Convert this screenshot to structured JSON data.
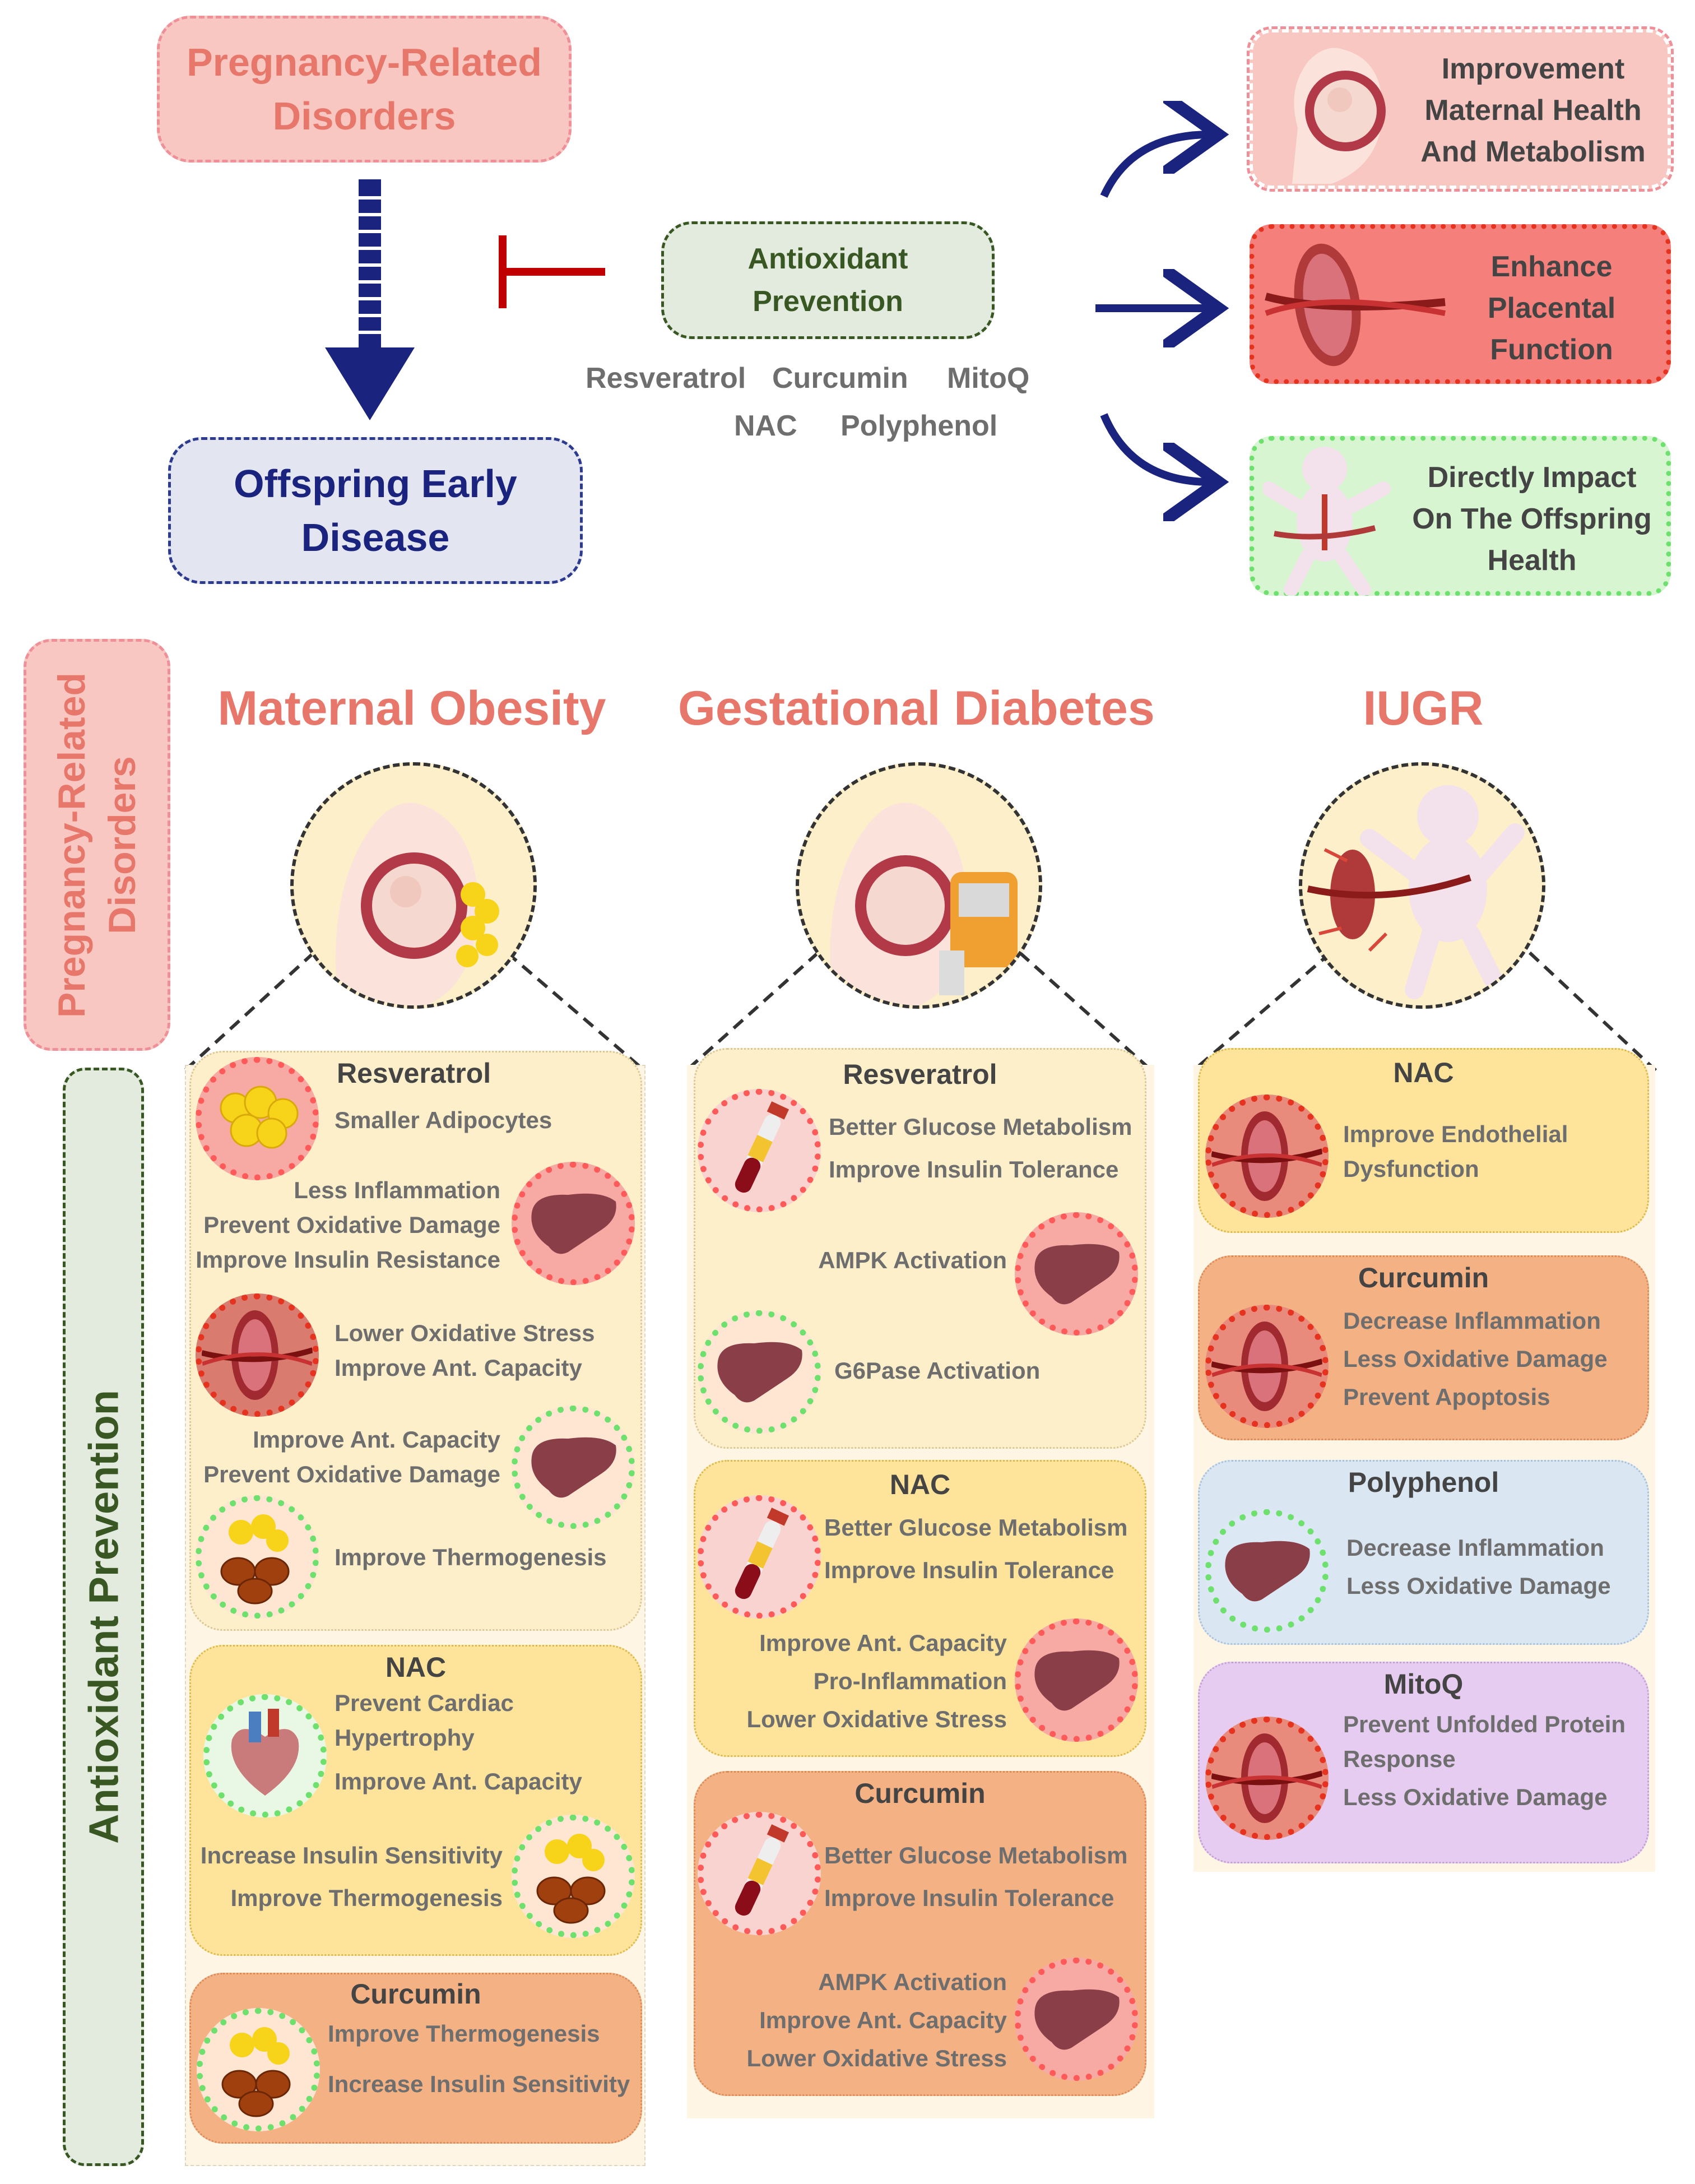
{
  "top": {
    "pregnancy_box": [
      "Pregnancy-Related",
      "Disorders"
    ],
    "offspring_box": [
      "Offspring Early",
      "Disease"
    ],
    "antioxidant_box": [
      "Antioxidant",
      "Prevention"
    ],
    "compounds_line1": [
      "Resveratrol",
      "Curcumin",
      "MitoQ"
    ],
    "compounds_line2": [
      "NAC",
      "Polyphenol"
    ],
    "outcome1": [
      "Improvement",
      "Maternal Health",
      "And Metabolism"
    ],
    "outcome2": [
      "Enhance",
      "Placental",
      "Function"
    ],
    "outcome3": [
      "Directly Impact",
      "On The Offspring",
      "Health"
    ]
  },
  "side_labels": {
    "pregnancy": [
      "Pregnancy-Related",
      "Disorders"
    ],
    "antioxidant": "Antioxidant Prevention"
  },
  "columns": {
    "obesity": "Maternal Obesity",
    "diabetes": "Gestational Diabetes",
    "iugr": "IUGR"
  },
  "obesity": {
    "resveratrol": {
      "title": "Resveratrol",
      "e1": [
        "Smaller Adipocytes"
      ],
      "e2": [
        "Less Inflammation",
        "Prevent Oxidative Damage",
        "Improve Insulin Resistance"
      ],
      "e3": [
        "Lower Oxidative Stress",
        "Improve Ant. Capacity"
      ],
      "e4": [
        "Improve Ant. Capacity",
        "Prevent Oxidative Damage"
      ],
      "e5": [
        "Improve Thermogenesis"
      ]
    },
    "nac": {
      "title": "NAC",
      "e1": [
        "Prevent Cardiac",
        "Hypertrophy"
      ],
      "e1b": [
        "Improve Ant. Capacity"
      ],
      "e2": [
        "Increase Insulin Sensitivity",
        "Improve Thermogenesis"
      ]
    },
    "curcumin": {
      "title": "Curcumin",
      "e1": [
        "Improve Thermogenesis"
      ],
      "e2": [
        "Increase Insulin Sensitivity"
      ]
    }
  },
  "diabetes": {
    "resveratrol": {
      "title": "Resveratrol",
      "e1": [
        "Better Glucose Metabolism",
        "Improve Insulin Tolerance"
      ],
      "e2": [
        "AMPK Activation"
      ],
      "e3": [
        "G6Pase Activation"
      ]
    },
    "nac": {
      "title": "NAC",
      "e1": [
        "Better Glucose Metabolism",
        "Improve Insulin Tolerance"
      ],
      "e2": [
        "Improve Ant. Capacity",
        "Pro-Inflammation",
        "Lower Oxidative Stress"
      ]
    },
    "curcumin": {
      "title": "Curcumin",
      "e1": [
        "Better Glucose Metabolism",
        "Improve Insulin Tolerance"
      ],
      "e2": [
        "AMPK Activation",
        "Improve Ant. Capacity",
        "Lower Oxidative Stress"
      ]
    }
  },
  "iugr": {
    "nac": {
      "title": "NAC",
      "e1": [
        "Improve Endothelial",
        "Dysfunction"
      ]
    },
    "curcumin": {
      "title": "Curcumin",
      "e1": [
        "Decrease Inflammation",
        "Less Oxidative Damage",
        "Prevent Apoptosis"
      ]
    },
    "polyphenol": {
      "title": "Polyphenol",
      "e1": [
        "Decrease Inflammation",
        "Less Oxidative Damage"
      ]
    },
    "mitoq": {
      "title": "MitoQ",
      "e1": [
        "Prevent Unfolded Protein",
        "Response"
      ],
      "e1b": [
        "Less Oxidative Damage"
      ]
    }
  },
  "colors": {
    "pink_box": "#f9c7c2",
    "red_title": "#e8776b",
    "navy": "#1a237e",
    "dark_green": "#385723",
    "light_yellow": "#fdefc9",
    "yellow": "#fde49a",
    "orange": "#f4b183",
    "blue_card": "#dae6f2",
    "purple_card": "#e6ccf0"
  }
}
